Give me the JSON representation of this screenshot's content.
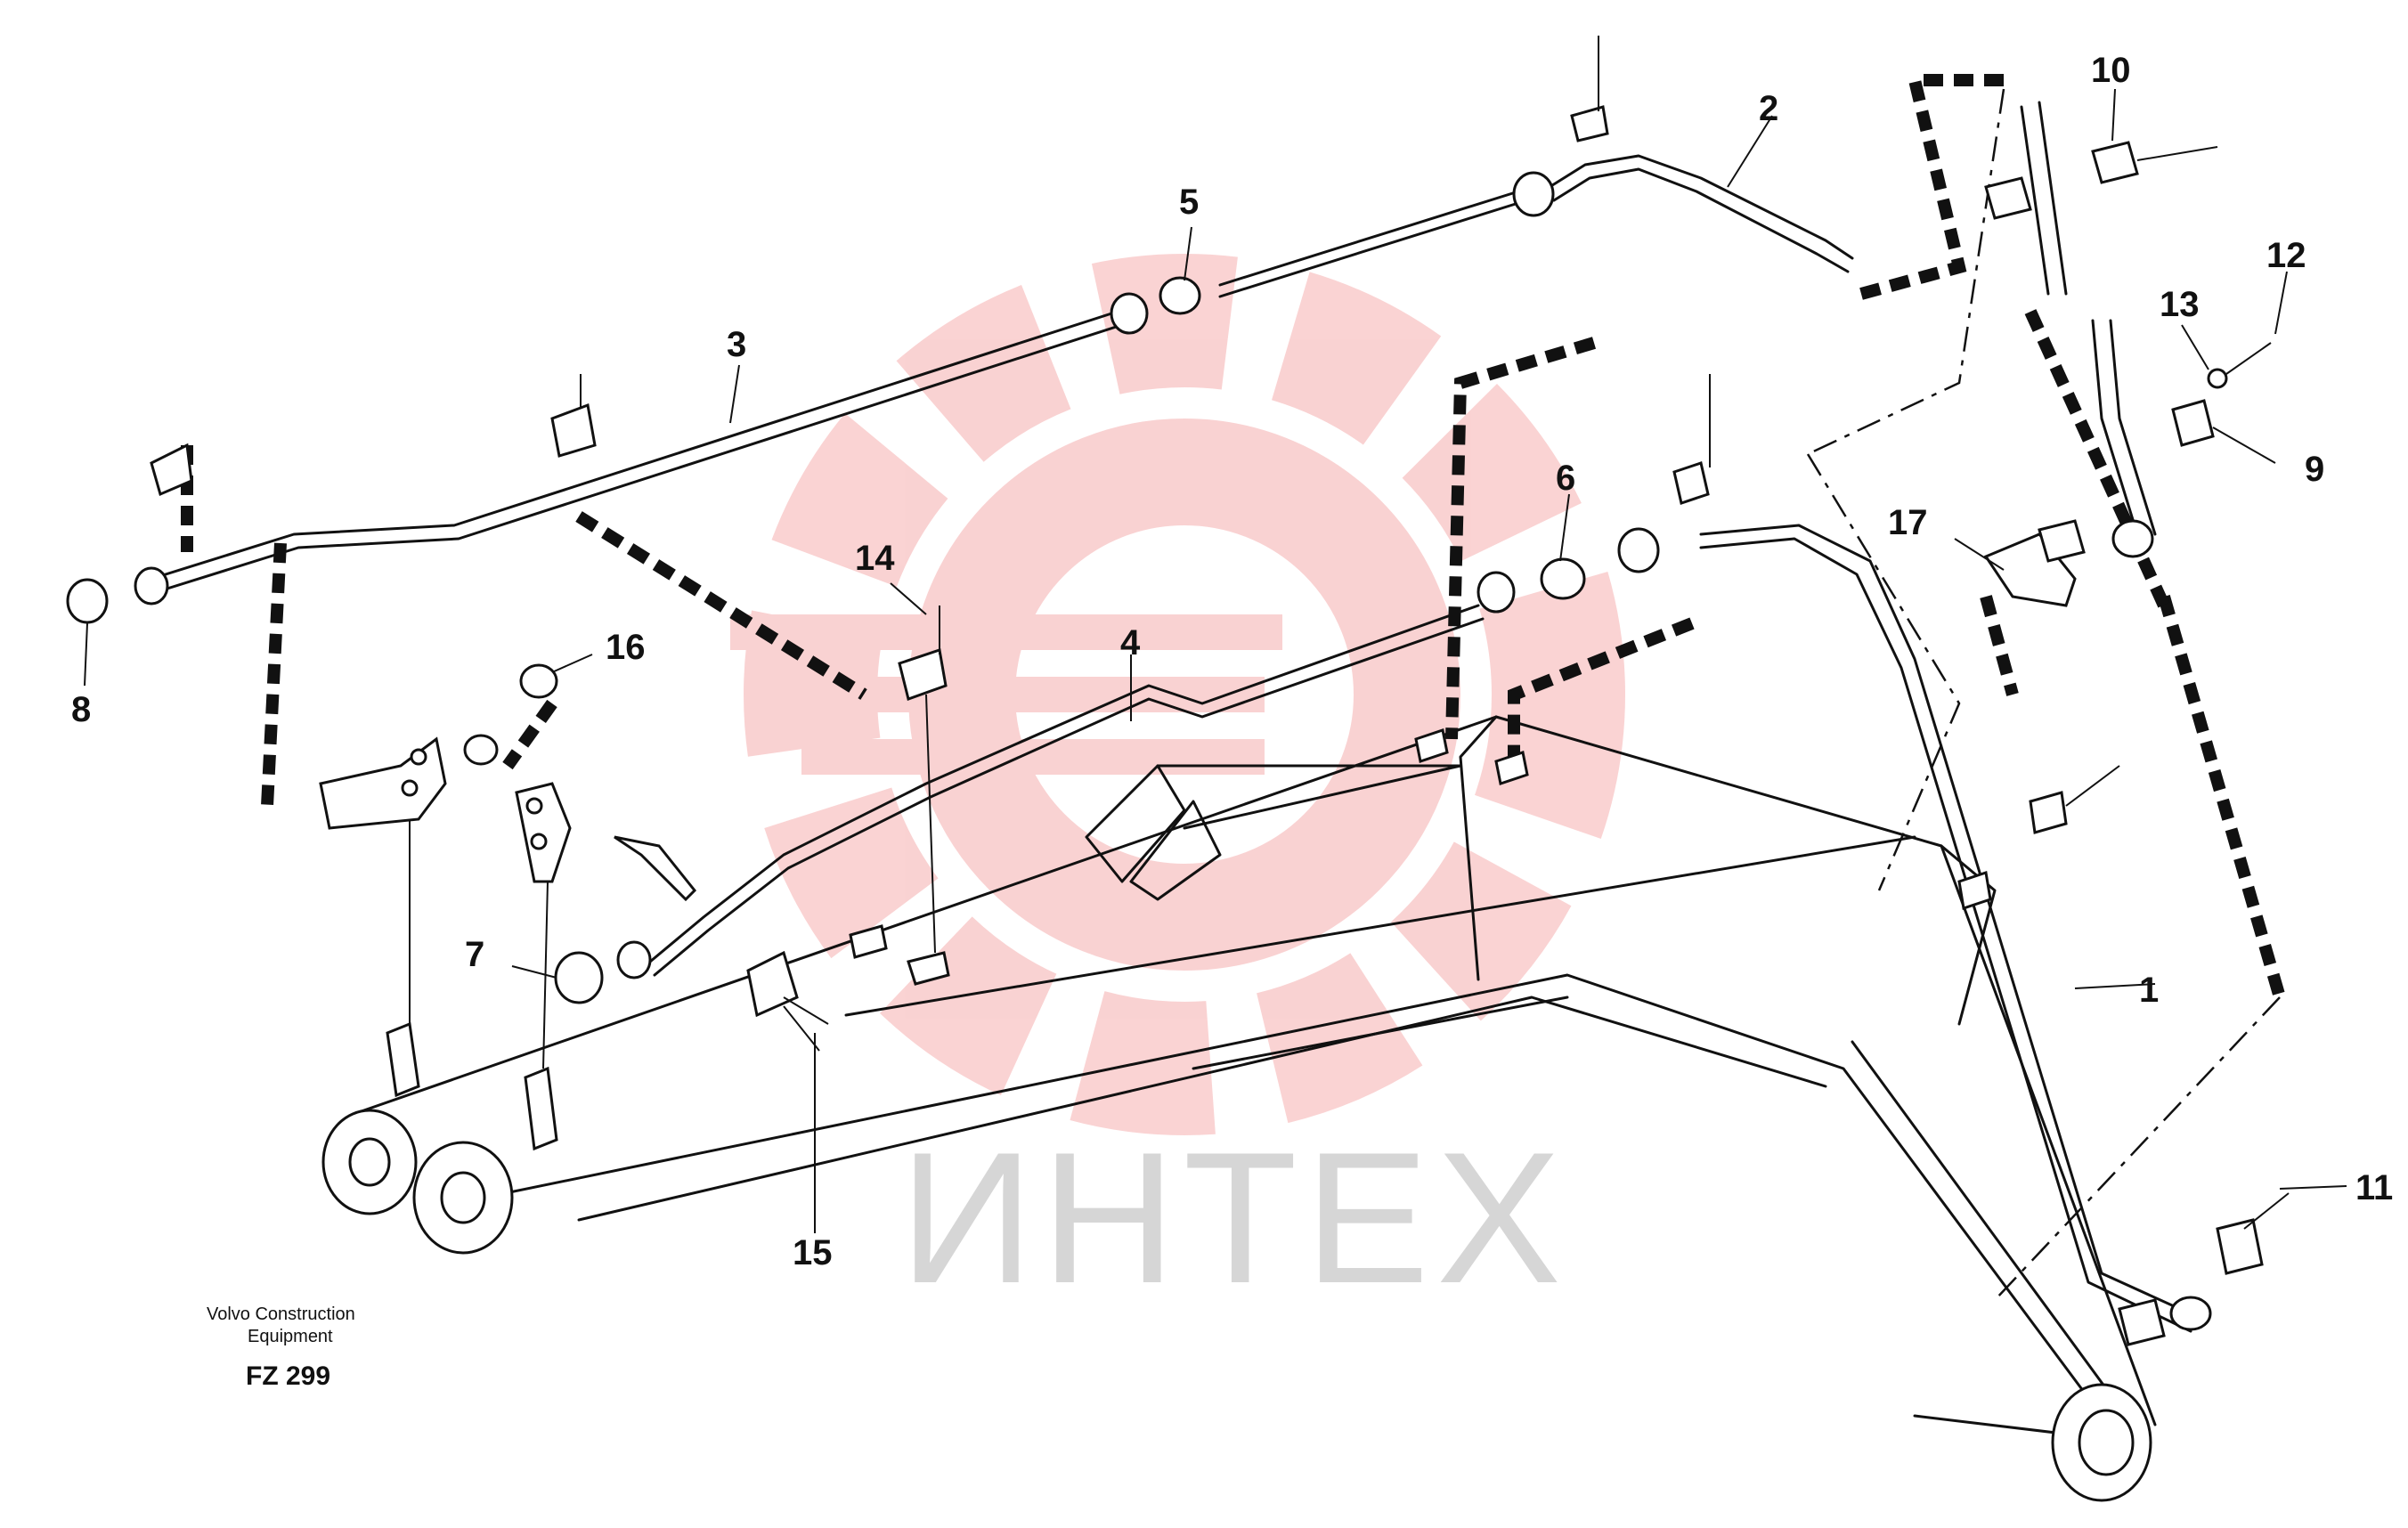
{
  "diagram": {
    "callouts": [
      {
        "id": "1",
        "text": "1"
      },
      {
        "id": "2",
        "text": "2"
      },
      {
        "id": "3",
        "text": "3"
      },
      {
        "id": "4",
        "text": "4"
      },
      {
        "id": "5",
        "text": "5"
      },
      {
        "id": "6",
        "text": "6"
      },
      {
        "id": "7",
        "text": "7"
      },
      {
        "id": "8",
        "text": "8"
      },
      {
        "id": "9",
        "text": "9"
      },
      {
        "id": "10",
        "text": "10"
      },
      {
        "id": "11",
        "text": "11"
      },
      {
        "id": "12",
        "text": "12"
      },
      {
        "id": "13",
        "text": "13"
      },
      {
        "id": "14",
        "text": "14"
      },
      {
        "id": "15",
        "text": "15"
      },
      {
        "id": "16",
        "text": "16"
      },
      {
        "id": "17",
        "text": "17"
      }
    ],
    "caption": {
      "line1": "Volvo Construction",
      "line2": "Equipment",
      "code": "FZ 299"
    },
    "watermark": {
      "text": "ИНТЕХ",
      "color": "#f08080"
    }
  }
}
